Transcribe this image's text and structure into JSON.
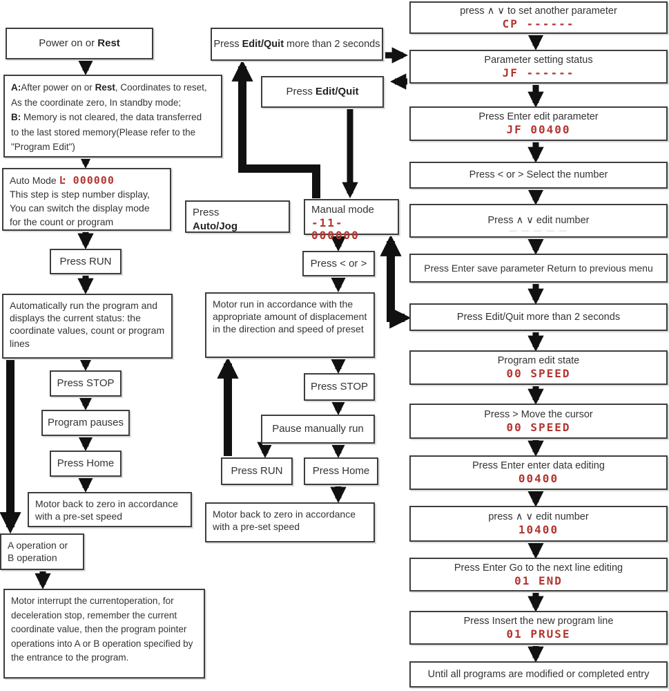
{
  "colors": {
    "led_red": "#b23530",
    "line_black": "#111111",
    "border": "#3d3d3d"
  },
  "left": {
    "power": {
      "pre": "Power on or ",
      "bold": "Rest"
    },
    "ab": {
      "l1a": "A:",
      "l1b": "After power on or ",
      "l1c": "Rest",
      "l1d": ", Coordinates to reset,",
      "l2": "As the coordinate zero, In standby mode;",
      "l3a": "B:",
      "l3b": " Memory is not cleared, the data transferred",
      "l4": "to the last stored memory(Please refer to the",
      "l5": "\"Program Edit\")"
    },
    "auto": {
      "prefix": "Auto Mode ",
      "led": "Ŀ 000000",
      "line2": "This step is step number display,",
      "line3": "You can switch the display mode",
      "line4": "for the count or program"
    },
    "press_run": "Press RUN",
    "auto_run": "Automatically run the program and displays the current status: the coordinate values, count or program lines",
    "press_stop": "Press STOP",
    "program_pauses": "Program pauses",
    "press_home": "Press Home",
    "motor_zero": "Motor back to zero in accordance with a pre-set speed",
    "ab_operation": "A operation or B operation",
    "interrupt": "Motor interrupt the currentoperation, for deceleration stop, remember the current coordinate value, then the program pointer operations into A or B operation specified by the entrance to the program."
  },
  "middle": {
    "edit_quit_2s": {
      "pre": "Press ",
      "bold": "Edit/Quit",
      "post": " more than 2 seconds"
    },
    "edit_quit": {
      "pre": "Press ",
      "bold": "Edit/Quit"
    },
    "auto_jog": {
      "line1": "Press",
      "bold": "Auto/Jog"
    },
    "manual": {
      "label": "Manual mode",
      "led": "-11-000000"
    },
    "press_lr": "Press < or >",
    "motor_run": "Motor run in accordance with the appropriate amount of displacement in the direction and speed of preset",
    "press_stop": "Press STOP",
    "pause_manual": "Pause manually run",
    "press_run": "Press RUN",
    "press_home": "Press Home",
    "motor_zero": "Motor back to zero in accordance with a pre-set speed"
  },
  "right": {
    "boxes": [
      {
        "label": "press ∧ ∨ to set another parameter",
        "led": "CP ------"
      },
      {
        "label": "Parameter setting status",
        "led": "JF ------"
      },
      {
        "label": "Press Enter edit parameter",
        "led": "JF 00400"
      },
      {
        "label": "Press < or > Select the number"
      },
      {
        "label": "Press ∧ ∨ edit number",
        "dashes": "— — — — —"
      },
      {
        "label": "Press Enter save parameter Return to previous menu"
      },
      {
        "label": "Press Edit/Quit more than 2 seconds"
      },
      {
        "label": "Program edit state",
        "led": "00 SPEED"
      },
      {
        "label": "Press > Move the cursor",
        "led": "00 SPEED"
      },
      {
        "label": "Press Enter enter data editing",
        "led": "00400"
      },
      {
        "label": "press ∧ ∨ edit number",
        "led": "10400"
      },
      {
        "label": "Press Enter Go to the next line editing",
        "led": "01 END"
      },
      {
        "label": "Press Insert the new program line",
        "led": "01 PRUSE"
      },
      {
        "label": "Until all programs are modified or completed entry"
      }
    ]
  }
}
